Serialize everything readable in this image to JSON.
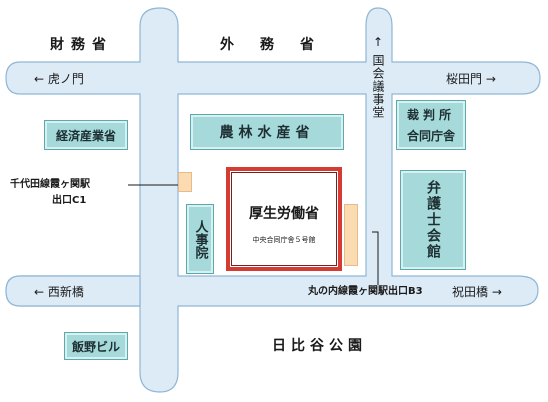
{
  "areas": {
    "zaimusho": "財務省",
    "gaimusho": "外務省",
    "hibiya_park": "日比谷公園"
  },
  "buildings": {
    "keizai": "経済産業省",
    "norin": "農林水産省",
    "jinjiin": "人事院",
    "saibansho_line1": "裁判所",
    "saibansho_line2": "合同庁舎",
    "bengoshi": "弁護士会館",
    "iino": "飯野ビル",
    "main_name": "厚生労働省",
    "main_sub": "中央合同庁舎５号館"
  },
  "directions": {
    "toranomon": "← 虎ノ門",
    "sakuradamon": "桜田門 →",
    "nishi_shinbashi": "← 西新橋",
    "iwaidabashi": "祝田橋 →",
    "kokkai_arrow": "↑",
    "kokkai": "国会議事堂"
  },
  "exits": {
    "chiyoda_line1": "千代田線霞ヶ関駅",
    "chiyoda_line2": "出口C1",
    "marunouchi": "丸の内線霞ヶ関駅出口B3"
  },
  "colors": {
    "road": "#dcebf6",
    "road_edge": "#8fb6d6",
    "block": "#a6dada",
    "main_border": "#d43c33",
    "exit": "#fbdcb2"
  }
}
